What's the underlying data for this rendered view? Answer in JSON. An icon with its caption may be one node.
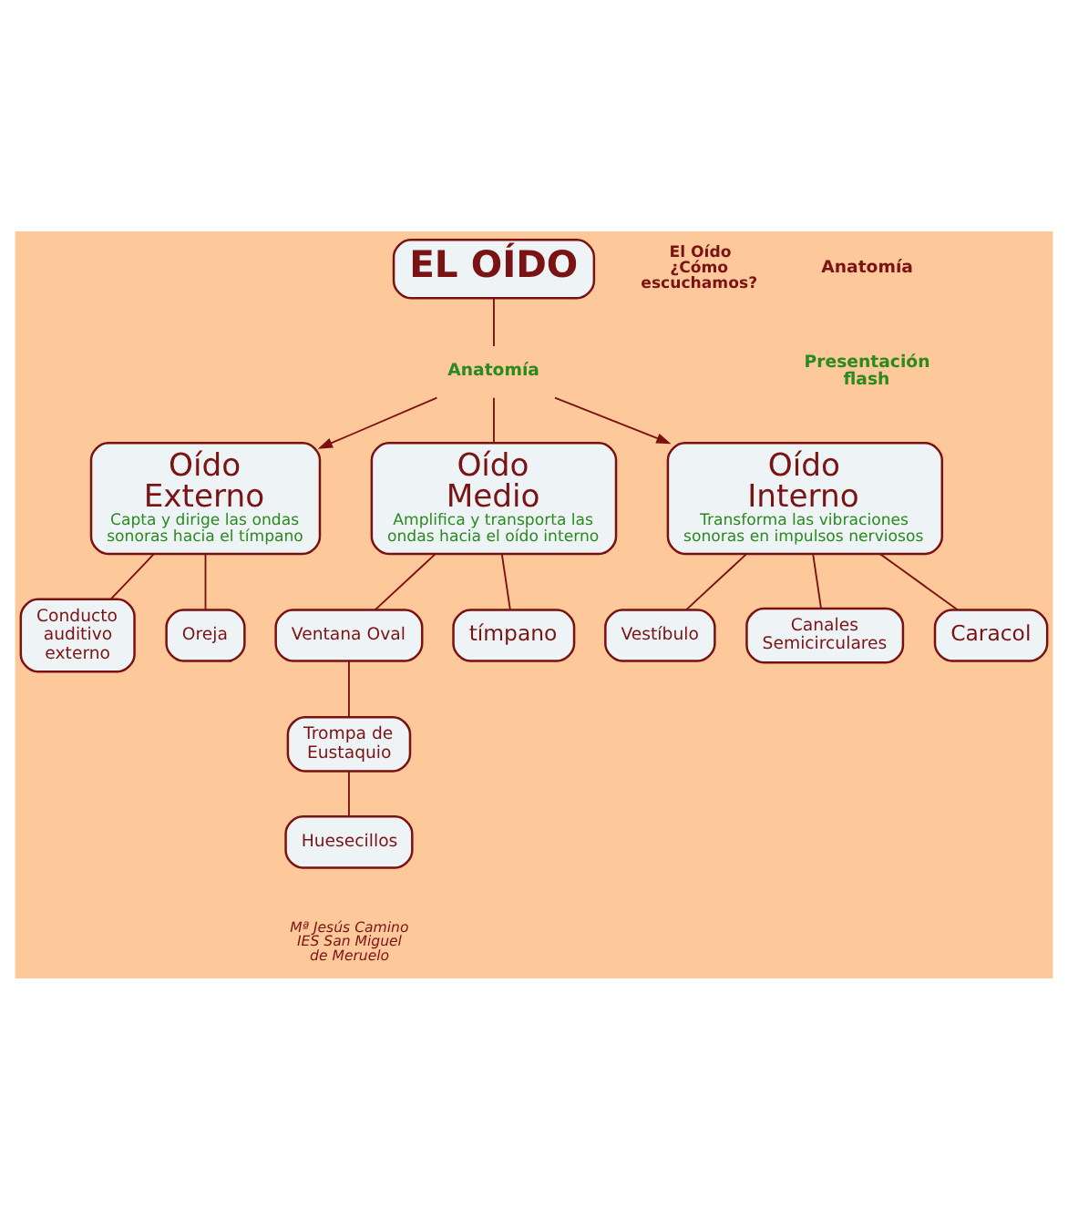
{
  "diagram": {
    "nodes": [
      {
        "text": [
          "EL OÍDO"
        ]
      },
      {
        "text": [
          "Anatomía"
        ]
      },
      {
        "text": [
          "Oído Externo",
          "Capta y dirige las ondas sonoras hacia el tímpano"
        ]
      },
      {
        "text": [
          "Oído Medio",
          "Amplifica y transporta las ondas hacia el oído interno"
        ]
      },
      {
        "text": [
          "Oído Interno",
          "Transforma las vibraciones sonoras en impulsos nerviosos"
        ]
      },
      {
        "text": [
          "Conducto auditivo externo"
        ]
      },
      {
        "text": [
          "Oreja"
        ]
      },
      {
        "text": [
          "Vestíbulo"
        ]
      },
      {
        "text": [
          "Canales Semicirculares"
        ]
      },
      {
        "text": [
          "Ventana Oval"
        ]
      },
      {
        "text": [
          "tímpano"
        ]
      },
      {
        "text": [
          "Caracol"
        ]
      },
      {
        "text": [
          "Trompa de Eustaquio"
        ]
      },
      {
        "text": [
          "Huesecillos"
        ]
      }
    ],
    "edges": [
      {
        "from": 0,
        "to": 1,
        "arrow": "none"
      },
      {
        "from": 1,
        "to": 2,
        "arrow": "to"
      },
      {
        "from": 1,
        "to": 4,
        "arrow": "to"
      },
      {
        "from": 1,
        "to": 3,
        "arrow": "none"
      },
      {
        "from": 2,
        "to": 5,
        "arrow": "none"
      },
      {
        "from": 2,
        "to": 6,
        "arrow": "none"
      },
      {
        "from": 4,
        "to": 7,
        "arrow": "none"
      },
      {
        "from": 4,
        "to": 11,
        "arrow": "none"
      },
      {
        "from": 4,
        "to": 8,
        "arrow": "none"
      },
      {
        "from": 3,
        "to": 10,
        "arrow": "none"
      },
      {
        "from": 3,
        "to": 9,
        "arrow": "none"
      },
      {
        "from": 9,
        "to": 12,
        "arrow": "none"
      },
      {
        "from": 12,
        "to": 13,
        "arrow": "none"
      }
    ],
    "labels": [
      "El Oído ¿Cómo escuchamos?",
      "Anatomía",
      "Presentación flash",
      "Mª Jesús Camino IES San Miguel de Meruelo"
    ]
  }
}
